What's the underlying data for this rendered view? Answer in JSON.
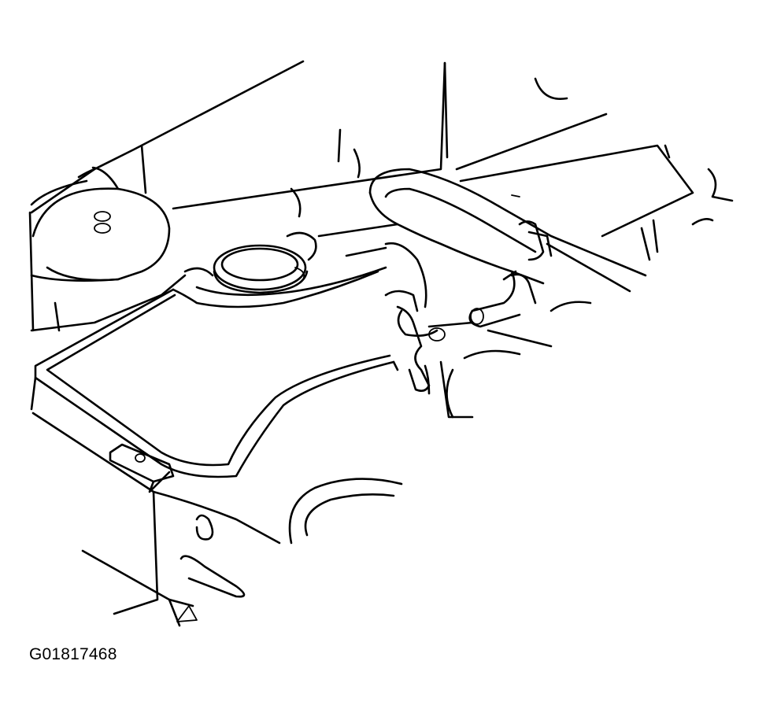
{
  "figure": {
    "id_label": "G01817468"
  },
  "parts": [
    "coolant-reservoir",
    "reservoir-cap",
    "coolant-hose",
    "hose-clamp",
    "wing-nut",
    "mounting-bracket"
  ]
}
